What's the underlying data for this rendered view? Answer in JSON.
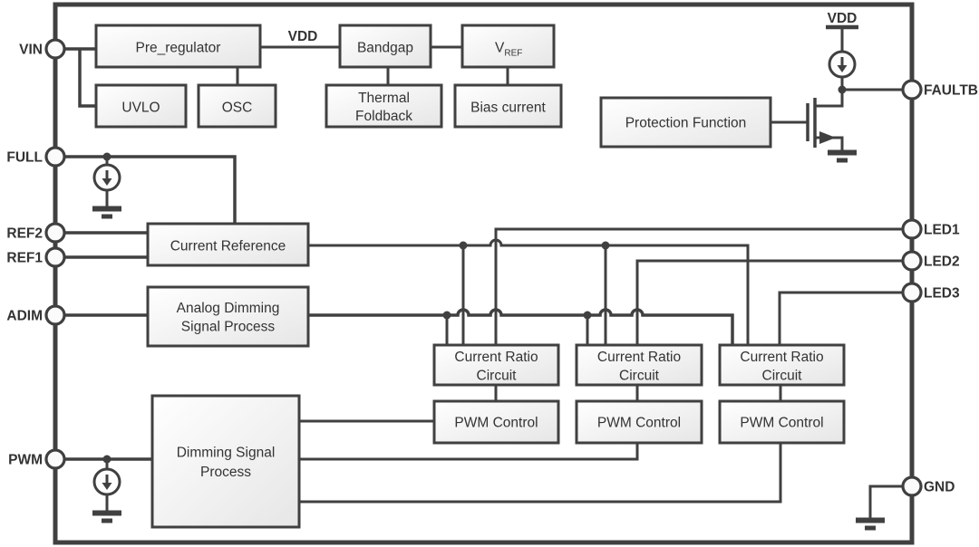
{
  "pins": {
    "left": [
      {
        "label": "VIN"
      },
      {
        "label": "FULL"
      },
      {
        "label": "REF2"
      },
      {
        "label": "REF1"
      },
      {
        "label": "ADIM"
      },
      {
        "label": "PWM"
      }
    ],
    "right": [
      {
        "label": "FAULTB"
      },
      {
        "label": "LED1"
      },
      {
        "label": "LED2"
      },
      {
        "label": "LED3"
      },
      {
        "label": "GND"
      }
    ]
  },
  "power": {
    "vdd_wire_label": "VDD",
    "vdd_rail_label": "VDD"
  },
  "blocks": {
    "pre_regulator": {
      "label": "Pre_regulator"
    },
    "uvlo": {
      "label": "UVLO"
    },
    "osc": {
      "label": "OSC"
    },
    "bandgap": {
      "label": "Bandgap"
    },
    "vref": {
      "label": "V",
      "subscript": "REF"
    },
    "thermal_foldback": {
      "line1": "Thermal",
      "line2": "Foldback"
    },
    "bias_current": {
      "label": "Bias current"
    },
    "protection_function": {
      "label": "Protection Function"
    },
    "current_reference": {
      "label": "Current Reference"
    },
    "analog_dimming": {
      "line1": "Analog Dimming",
      "line2": "Signal Process"
    },
    "dimming_signal": {
      "line1": "Dimming Signal",
      "line2": "Process"
    },
    "current_ratio": {
      "line1": "Current Ratio",
      "line2": "Circuit"
    },
    "pwm_control": {
      "label": "PWM Control"
    }
  },
  "colors": {
    "stroke": "#404040",
    "text": "#333333",
    "block_fill_top": "#ffffff",
    "block_fill_bottom": "#e7e7e7"
  }
}
